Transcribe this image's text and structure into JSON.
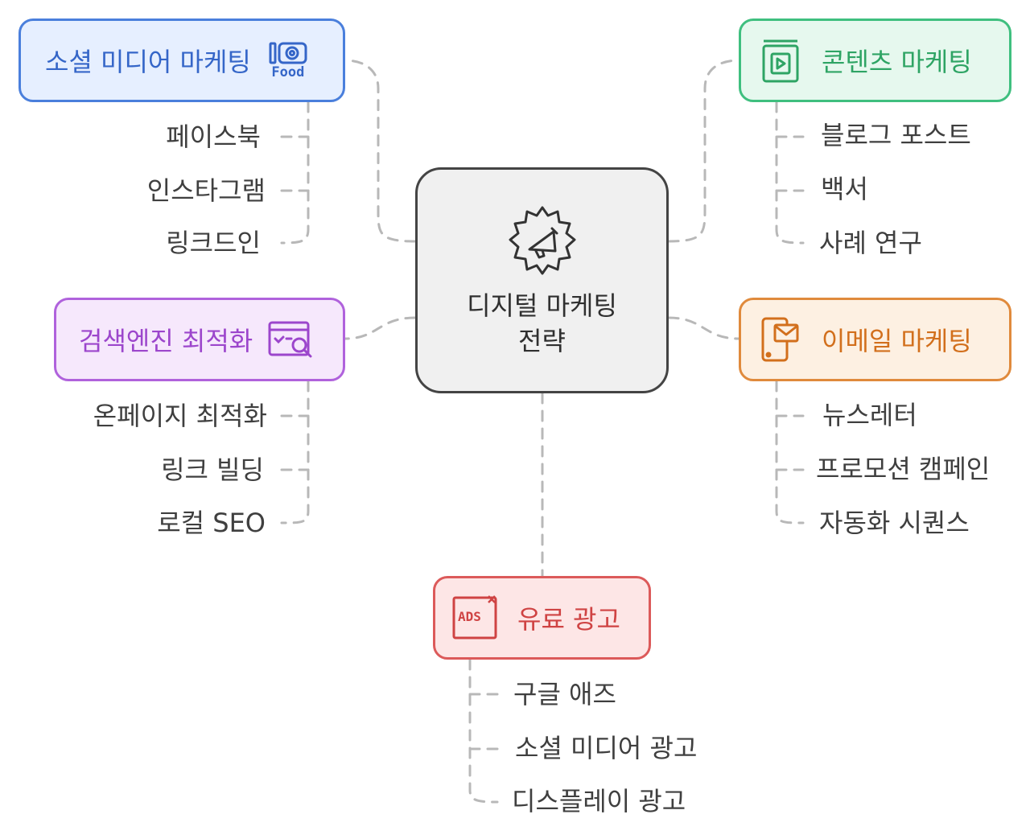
{
  "center": {
    "title": "디지털 마케팅 전략",
    "icon": "megaphone-gear-icon"
  },
  "branches": {
    "social": {
      "title": "소셜 미디어 마케팅",
      "icon": "camera-food-icon",
      "icon_text": "Food",
      "color": "#4a7fdc",
      "items": [
        "페이스북",
        "인스타그램",
        "링크드인"
      ]
    },
    "content": {
      "title": "콘텐츠 마케팅",
      "icon": "video-content-icon",
      "color": "#3fbf7f",
      "items": [
        "블로그 포스트",
        "백서",
        "사례 연구"
      ]
    },
    "seo": {
      "title": "검색엔진 최적화",
      "icon": "search-browser-icon",
      "color": "#b062dc",
      "items": [
        "온페이지 최적화",
        "링크 빌딩",
        "로컬 SEO"
      ]
    },
    "email": {
      "title": "이메일 마케팅",
      "icon": "mobile-mail-icon",
      "color": "#e08a3c",
      "items": [
        "뉴스레터",
        "프로모션 캠페인",
        "자동화 시퀀스"
      ]
    },
    "ads": {
      "title": "유료 광고",
      "icon": "ads-icon",
      "icon_text": "ADS",
      "color": "#dc5a5a",
      "items": [
        "구글 애즈",
        "소셜 미디어 광고",
        "디스플레이 광고"
      ]
    }
  },
  "connector_color": "#b8b8b8"
}
